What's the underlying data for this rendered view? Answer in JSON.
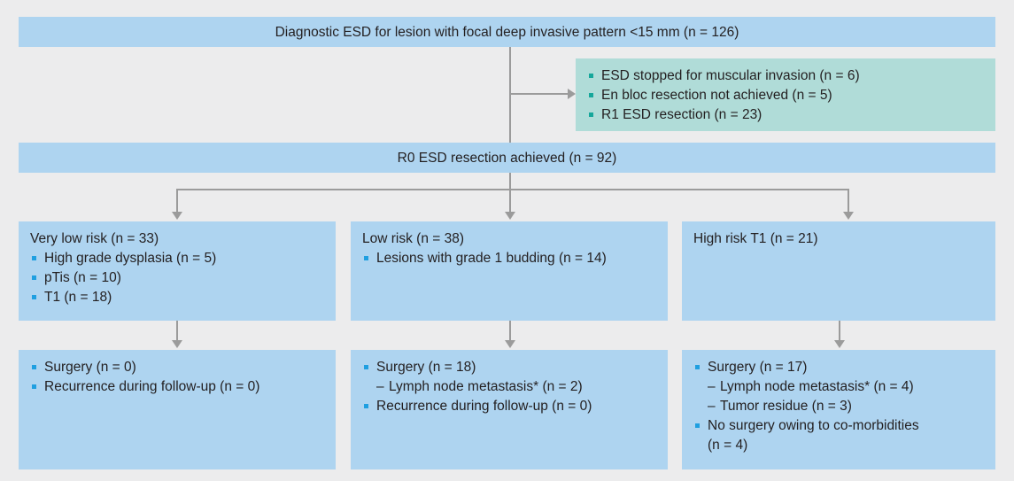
{
  "colors": {
    "background": "#ececed",
    "box_blue": "#aed4f0",
    "box_green": "#b0dcd8",
    "bullet_blue": "#1f9fe0",
    "bullet_green": "#16a79b",
    "connector_gray": "#9b9b9b",
    "text": "#231f20"
  },
  "nodes": {
    "top": {
      "title": "Diagnostic ESD for lesion with focal deep invasive pattern <15 mm (n = 126)"
    },
    "excluded": {
      "bullets": [
        "ESD stopped for muscular invasion (n = 6)",
        "En bloc resection not achieved (n = 5)",
        "R1 ESD resection (n = 23)"
      ]
    },
    "r0": {
      "title": "R0 ESD resection achieved (n = 92)"
    },
    "very_low_risk": {
      "title": "Very low risk (n = 33)",
      "bullets": [
        "High grade dysplasia (n = 5)",
        "pTis (n = 10)",
        "T1 (n = 18)"
      ]
    },
    "low_risk": {
      "title": "Low risk (n = 38)",
      "bullets": [
        "Lesions with grade 1 budding (n = 14)"
      ]
    },
    "high_risk": {
      "title": "High risk T1 (n = 21)",
      "bullets": []
    },
    "very_low_risk_outcome": {
      "bullets": [
        {
          "text": "Surgery (n = 0)",
          "subs": []
        },
        {
          "text": "Recurrence during follow-up (n = 0)",
          "subs": []
        }
      ]
    },
    "low_risk_outcome": {
      "bullets": [
        {
          "text": "Surgery (n = 18)",
          "subs": [
            "Lymph node metastasis* (n = 2)"
          ]
        },
        {
          "text": "Recurrence during follow-up (n = 0)",
          "subs": []
        }
      ]
    },
    "high_risk_outcome": {
      "bullets": [
        {
          "text": "Surgery (n = 17)",
          "subs": [
            "Lymph node metastasis* (n = 4)",
            "Tumor residue (n = 3)"
          ]
        },
        {
          "text": "No surgery owing to co-morbidities",
          "wrap": "(n = 4)",
          "subs": []
        }
      ]
    }
  },
  "symbols": {
    "dash": "–"
  }
}
